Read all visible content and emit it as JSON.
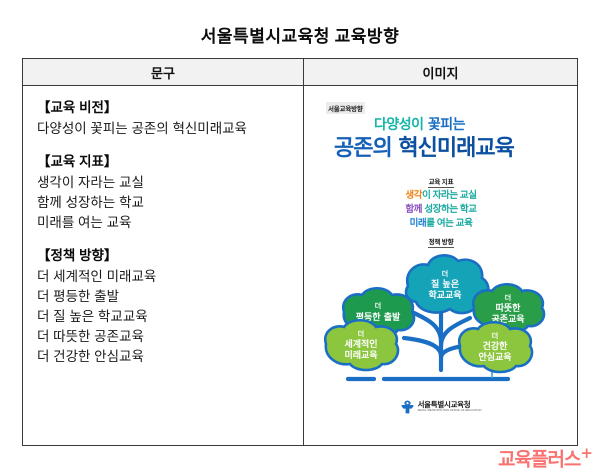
{
  "page_title": "서울특별시교육청 교육방향",
  "table": {
    "headers": [
      "문구",
      "이미지"
    ],
    "text_cell": {
      "groups": [
        {
          "heading": "【교육 비전】",
          "lines": [
            "다양성이 꽃피는 공존의 혁신미래교육"
          ]
        },
        {
          "heading": "【교육 지표】",
          "lines": [
            "생각이 자라는 교실",
            "함께 성장하는 학교",
            "미래를 여는 교육"
          ]
        },
        {
          "heading": "【정책 방향】",
          "lines": [
            "더 세계적인 미래교육",
            "더 평등한 출발",
            "더 질 높은 학교교육",
            "더 따뜻한 공존교육",
            "더 건강한 안심교육"
          ]
        }
      ]
    }
  },
  "poster": {
    "kicker": "서울교육방향",
    "title_line1_a": "다양성이",
    "title_line1_b": "꽃피는",
    "title_line2_a": "공존의",
    "title_line2_b": "혁신미래교육",
    "goal_label": "교육 지표",
    "goals": [
      {
        "strong": "생각",
        "rest": "이 자라는 교실",
        "color": "#f08218"
      },
      {
        "strong": "함께",
        "rest": " 성장하는 학교",
        "color": "#8b4fc0"
      },
      {
        "strong": "미래",
        "rest": "를 여는 교육",
        "color": "#1a7fd4"
      }
    ],
    "policy_label": "정책 방향",
    "tree_nodes": [
      {
        "prefix": "더",
        "line1": "질 높은",
        "line2": "학교교육",
        "color": "#15a3b8"
      },
      {
        "prefix": "더",
        "line1": "평등한 출발",
        "line2": "",
        "color": "#1e9a4e"
      },
      {
        "prefix": "더",
        "line1": "따뜻한",
        "line2": "공존교육",
        "color": "#2a9d48"
      },
      {
        "prefix": "더",
        "line1": "세계적인",
        "line2": "미래교육",
        "color": "#8cc63f"
      },
      {
        "prefix": "더",
        "line1": "건강한",
        "line2": "안심교육",
        "color": "#8cc63f"
      }
    ],
    "logo_ko": "서울특별시교육청",
    "logo_en": "SEOUL METROPOLITAN OFFICE OF EDUCATION"
  },
  "watermark": {
    "text": "교육플러스",
    "plus": "+",
    "color": "#f8736f"
  }
}
